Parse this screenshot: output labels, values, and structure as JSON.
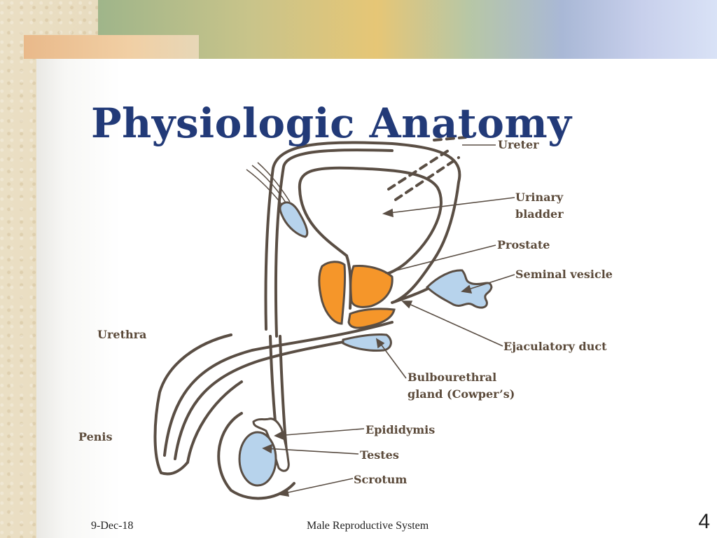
{
  "title": "Physiologic Anatomy",
  "labels": {
    "ureter": "Ureter",
    "urinary_bladder_1": "Urinary",
    "urinary_bladder_2": "bladder",
    "prostate": "Prostate",
    "seminal_vesicle": "Seminal vesicle",
    "urethra": "Urethra",
    "ejaculatory_duct": "Ejaculatory duct",
    "bulbourethral_1": "Bulbourethral",
    "bulbourethral_2": "gland (Cowper’s)",
    "penis": "Penis",
    "epididymis": "Epididymis",
    "testes": "Testes",
    "scrotum": "Scrotum"
  },
  "footer": {
    "date": "9-Dec-18",
    "center": "Male Reproductive System",
    "page": "4"
  },
  "colors": {
    "title": "#223a78",
    "outline": "#5a4e44",
    "prostate": "#f5962a",
    "gland": "#b7d3ec"
  }
}
